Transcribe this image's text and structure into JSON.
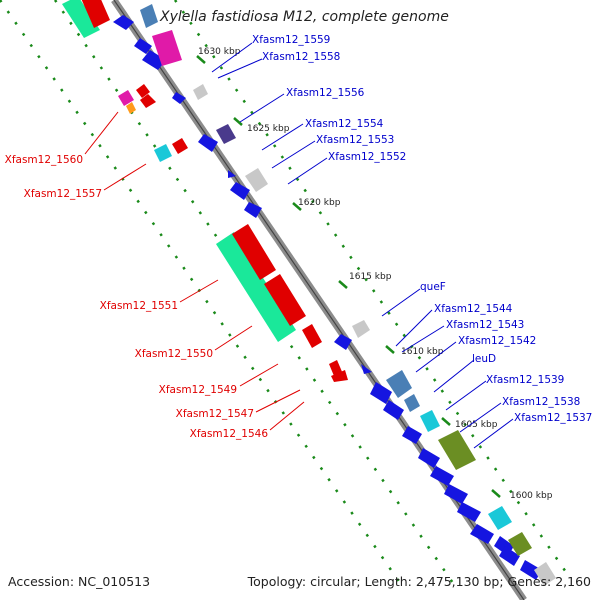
{
  "title": "Xylella fastidiosa M12, complete genome",
  "footer": {
    "accession": "Accession: NC_010513",
    "summary": "Topology: circular; Length: 2,475,130 bp; Genes: 2,160"
  },
  "colors": {
    "backbone": "#8a8a8a",
    "tick": "#1a8a1a",
    "forward_label": "#0000cc",
    "reverse_label": "#e00000"
  },
  "ticks": [
    "1630 kbp",
    "1625 kbp",
    "1620 kbp",
    "1615 kbp",
    "1610 kbp",
    "1605 kbp",
    "1600 kbp"
  ],
  "forward_labels": [
    "Xfasm12_1559",
    "Xfasm12_1558",
    "Xfasm12_1556",
    "Xfasm12_1554",
    "Xfasm12_1553",
    "Xfasm12_1552",
    "queF",
    "Xfasm12_1544",
    "Xfasm12_1543",
    "Xfasm12_1542",
    "leuD",
    "Xfasm12_1539",
    "Xfasm12_1538",
    "Xfasm12_1537"
  ],
  "reverse_labels": [
    "Xfasm12_1560",
    "Xfasm12_1557",
    "Xfasm12_1551",
    "Xfasm12_1550",
    "Xfasm12_1549",
    "Xfasm12_1547",
    "Xfasm12_1546"
  ]
}
